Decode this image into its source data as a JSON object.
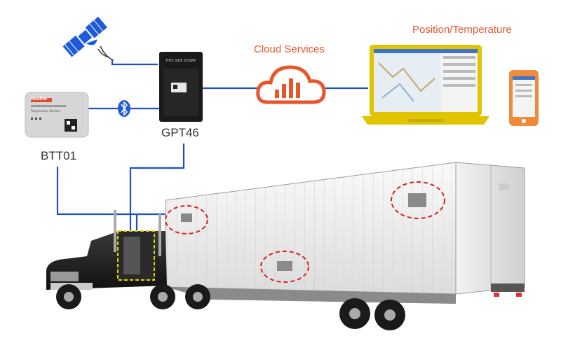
{
  "labels": {
    "position_temperature": "Position/Temperature",
    "cloud_services": "Cloud Services",
    "gpt": "GPT46",
    "btt": "BTT01"
  },
  "device_text": {
    "tracker_top": "THIS SIDE DOWN",
    "sensor_brand": "Reallin",
    "sensor_caption": "Temperature Monitor"
  },
  "colors": {
    "connector": "#1c4fc9",
    "accent": "#e8542c",
    "laptop_frame": "#e0c400",
    "phone": "#f08a3c",
    "highlight_ring": "#d62020",
    "dashed_box": "#e8d400"
  },
  "icons": [
    "satellite-icon",
    "bluetooth-icon",
    "cloud-bar-chart-icon",
    "laptop-icon",
    "phone-icon"
  ]
}
